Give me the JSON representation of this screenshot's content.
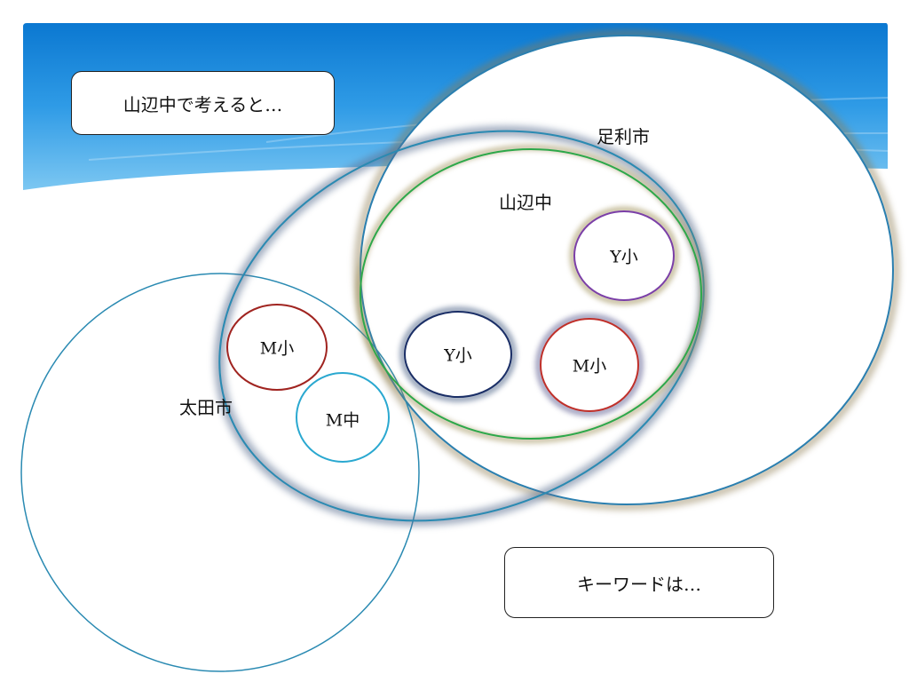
{
  "callouts": {
    "top": "山辺中で考えると…",
    "bottom": "キーワードは…"
  },
  "regions": {
    "ashikaga": "足利市",
    "yamabe": "山辺中",
    "ota": "太田市"
  },
  "schools": {
    "y_top": "Y小",
    "y_left": "Y小",
    "m_right": "M小",
    "m_left": "M小",
    "m_chu": "M中"
  },
  "colors": {
    "header_blue": "#1E88D8",
    "ashikaga_outline": "#2A7FB0",
    "yamabe_outline": "#2DA84A",
    "ota_outline": "#2A8AB2",
    "y_top_outline": "#7B3FA8",
    "y_left_outline": "#1A2E66",
    "m_outline": "#C0302A",
    "m_chu_outline": "#2AA8D0"
  }
}
